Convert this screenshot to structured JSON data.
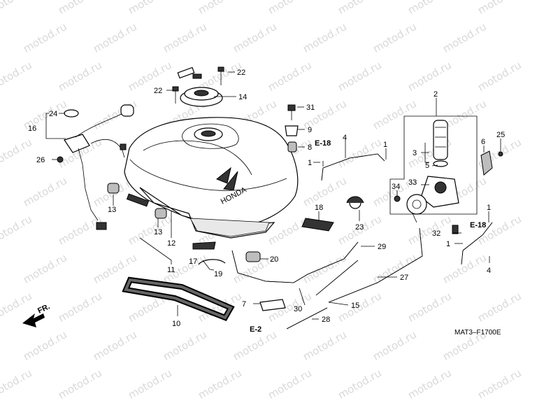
{
  "watermark": "motod.ru",
  "diagram_code": "MAT3–F1700E",
  "direction_label": "FR.",
  "tank_brand": "HONDA",
  "refs": {
    "e18_top": "E-18",
    "e18_right": "E-18",
    "e2": "E-2"
  },
  "parts": {
    "p1a": "1",
    "p1b": "1",
    "p1c": "1",
    "p1d": "1",
    "p2": "2",
    "p3": "3",
    "p4a": "4",
    "p4b": "4",
    "p5": "5",
    "p6": "6",
    "p7": "7",
    "p8": "8",
    "p9": "9",
    "p10": "10",
    "p11": "11",
    "p12": "12",
    "p13a": "13",
    "p13b": "13",
    "p14": "14",
    "p15": "15",
    "p16": "16",
    "p17": "17",
    "p18": "18",
    "p19": "19",
    "p20": "20",
    "p22a": "22",
    "p22b": "22",
    "p23": "23",
    "p24": "24",
    "p25": "25",
    "p26": "26",
    "p27": "27",
    "p28": "28",
    "p29": "29",
    "p30": "30",
    "p31": "31",
    "p32": "32",
    "p33": "33",
    "p34": "34"
  }
}
